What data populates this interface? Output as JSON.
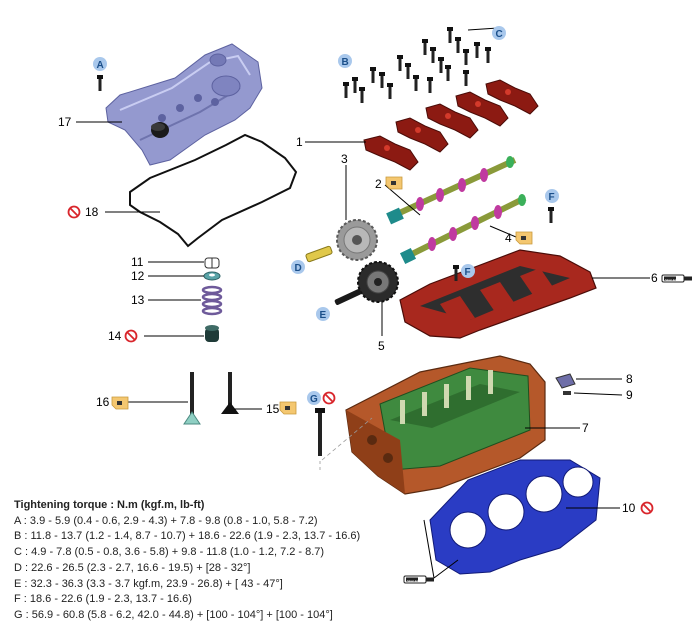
{
  "callout_numbers": [
    "1",
    "2",
    "3",
    "4",
    "5",
    "6",
    "7",
    "8",
    "9",
    "10",
    "11",
    "12",
    "13",
    "14",
    "15",
    "16",
    "17",
    "18"
  ],
  "callout_letters": [
    "A",
    "B",
    "C",
    "D",
    "E",
    "F",
    "F",
    "G"
  ],
  "sealant_label": "SEALANT",
  "torque": {
    "title": "Tightening torque : N.m (kgf.m, lb-ft)",
    "lines": [
      "A : 3.9 - 5.9 (0.4 - 0.6, 2.9 - 4.3) + 7.8 - 9.8 (0.8 - 1.0, 5.8 - 7.2)",
      "B : 11.8 - 13.7 (1.2 - 1.4, 8.7 - 10.7) + 18.6 - 22.6 (1.9 - 2.3, 13.7 - 16.6)",
      "C : 4.9 - 7.8 (0.5 - 0.8, 3.6 - 5.8) + 9.8 - 11.8 (1.0 - 1.2, 7.2 - 8.7)",
      "D : 22.6 - 26.5 (2.3 - 2.7, 16.6 - 19.5) + [28 - 32°]",
      "E : 32.3 - 36.3 (3.3 - 3.7 kgf.m, 23.9 - 26.8) + [ 43 - 47°]",
      "F : 18.6 - 22.6 (1.9 - 2.3, 13.7 - 16.6)",
      "G : 56.9 - 60.8 (5.8 - 6.2, 42.0 - 44.8) + [100 - 104°] + [100 - 104°]"
    ]
  },
  "colors": {
    "letter_callout": "#a9c8ec",
    "prohibit": "#d9262c",
    "cover": "#8e93c9",
    "head": "#b5582a",
    "gasket": "#2a3cc4",
    "note_tag": "#f4c770"
  }
}
